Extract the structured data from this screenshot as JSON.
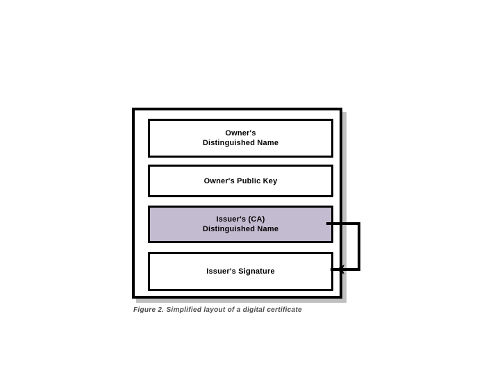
{
  "figure": {
    "caption": "Figure 2. Simplified layout of a digital certificate",
    "frame_label": "digital-certificate",
    "shadow_color": "#c0c0c0",
    "border_color": "#000000",
    "page_background": "#ffffff"
  },
  "certificate": {
    "fields": [
      {
        "id": "owner-distinguished-name",
        "label": "Owner's\nDistinguished Name",
        "fill": "#ffffff",
        "highlighted": false
      },
      {
        "id": "owner-public-key",
        "label": "Owner's Public Key",
        "fill": "#ffffff",
        "highlighted": false
      },
      {
        "id": "issuer-ca-distinguished-name",
        "label": "Issuer's (CA)\nDistinguished Name",
        "fill": "#c3bbd0",
        "highlighted": true
      },
      {
        "id": "issuer-signature",
        "label": "Issuer's Signature",
        "fill": "#ffffff",
        "highlighted": false
      }
    ]
  },
  "connector": {
    "id": "issuer-dn-to-signature-arrow",
    "from": "issuer-ca-distinguished-name",
    "to": "issuer-signature",
    "color": "#000000",
    "arrow_direction": "left"
  }
}
